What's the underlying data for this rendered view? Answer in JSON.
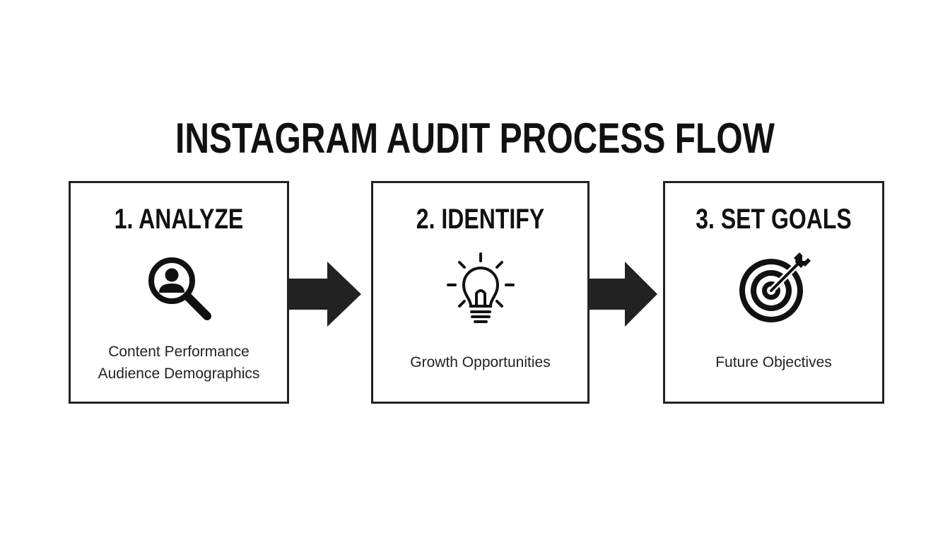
{
  "title": "INSTAGRAM AUDIT PROCESS FLOW",
  "colors": {
    "ink": "#111111",
    "border": "#222222",
    "arrow": "#222222",
    "background": "#ffffff"
  },
  "steps": [
    {
      "heading": "1. ANALYZE",
      "icon": "magnifier-user-icon",
      "lines": [
        "Content Performance",
        "Audience Demographics"
      ]
    },
    {
      "heading": "2. IDENTIFY",
      "icon": "lightbulb-icon",
      "lines": [
        "Growth Opportunities"
      ]
    },
    {
      "heading": "3. SET GOALS",
      "icon": "target-arrow-icon",
      "lines": [
        "Future Objectives"
      ]
    }
  ],
  "connectors": [
    {
      "from": "1. ANALYZE",
      "to": "2. IDENTIFY",
      "icon": "arrow-right-icon"
    },
    {
      "from": "2. IDENTIFY",
      "to": "3. SET GOALS",
      "icon": "arrow-right-icon"
    }
  ]
}
